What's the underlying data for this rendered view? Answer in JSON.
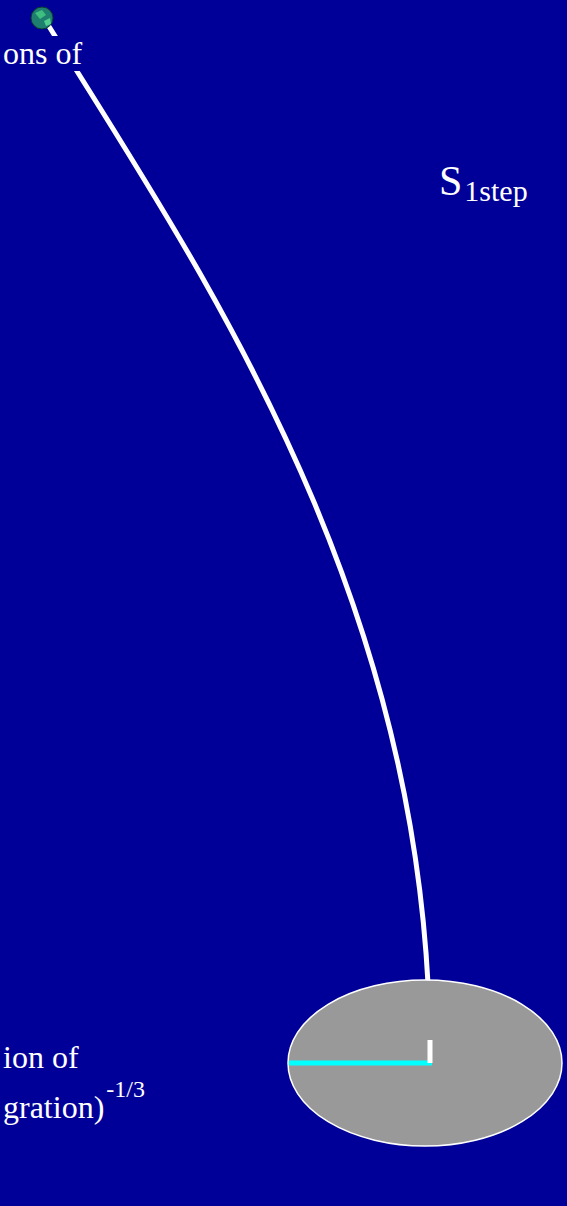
{
  "diagram": {
    "labels": [
      "ons of",
      "S",
      "1step",
      "ion of",
      "gration)",
      "-1/3"
    ]
  }
}
